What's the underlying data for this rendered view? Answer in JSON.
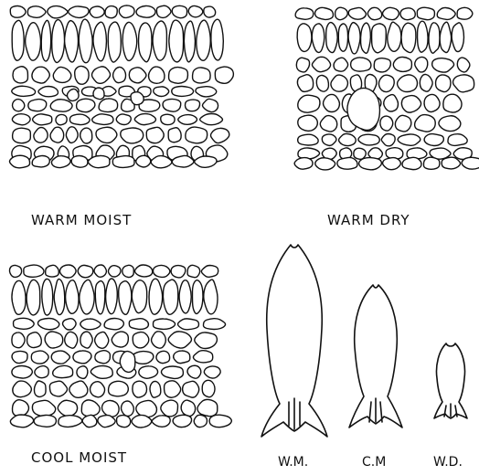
{
  "panels": {
    "warm_moist": "WARM MOIST",
    "warm_dry": "WARM DRY",
    "cool_moist": "COOL MOIST"
  },
  "outlines": {
    "wm": "W.M.",
    "cm": "C.M",
    "wd": "W.D."
  },
  "colors": {
    "ink": "#111111",
    "paper": "#ffffff"
  }
}
